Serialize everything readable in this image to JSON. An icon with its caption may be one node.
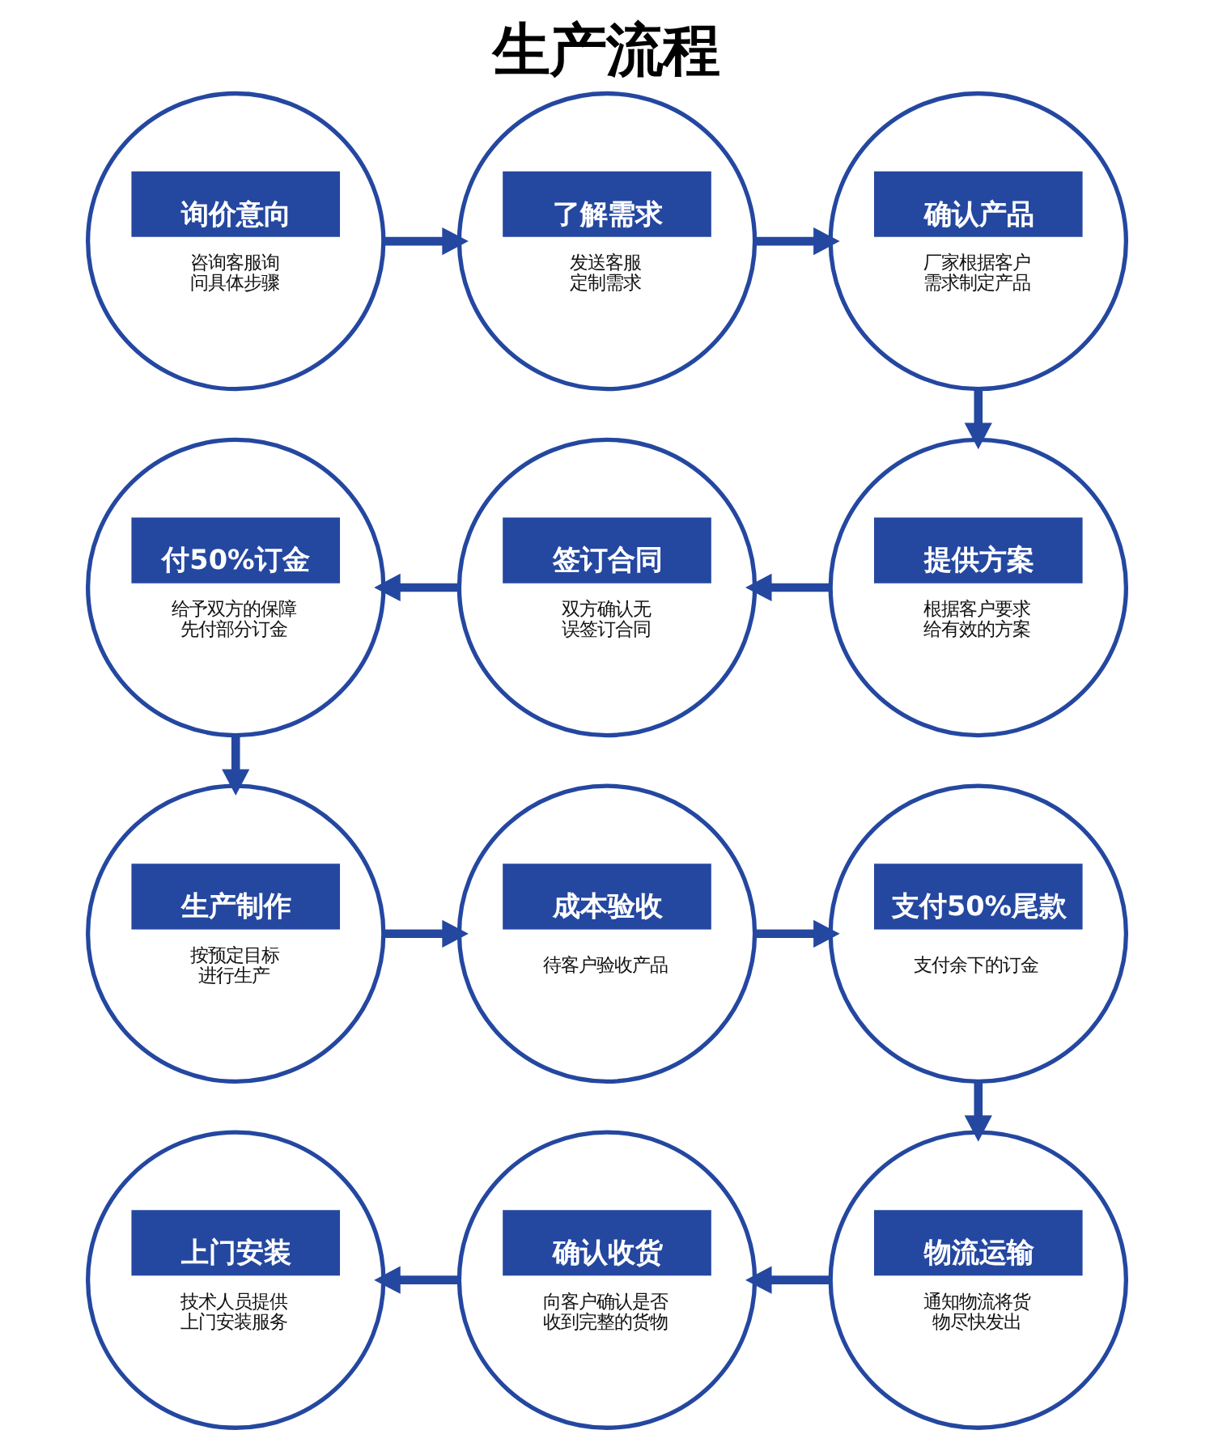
{
  "diagram": {
    "title": "生产流程",
    "nodes": [
      {
        "text": [
          "询价意向",
          "咨询客服询问具体步骤"
        ]
      },
      {
        "text": [
          "了解需求",
          "发送客服定制需求"
        ]
      },
      {
        "text": [
          "确认产品",
          "厂家根据客户需求制定产品"
        ]
      },
      {
        "text": [
          "付50%订金",
          "给予双方的保障先付部分订金"
        ]
      },
      {
        "text": [
          "签订合同",
          "双方确认无误签订合同"
        ]
      },
      {
        "text": [
          "提供方案",
          "根据客户要求给有效的方案"
        ]
      },
      {
        "text": [
          "生产制作",
          "按预定目标进行生产"
        ]
      },
      {
        "text": [
          "成本验收",
          "待客户验收产品"
        ]
      },
      {
        "text": [
          "支付50%尾款",
          "支付余下的订金"
        ]
      },
      {
        "text": [
          "上门安装",
          "技术人员提供上门安装服务"
        ]
      },
      {
        "text": [
          "确认收货",
          "向客户确认是否收到完整的货物"
        ]
      },
      {
        "text": [
          "物流运输",
          "通知物流将货物尽快发出"
        ]
      }
    ],
    "edges": [
      {
        "from": 0,
        "to": 1,
        "arrow": "to"
      },
      {
        "from": 1,
        "to": 2,
        "arrow": "to"
      },
      {
        "from": 2,
        "to": 5,
        "arrow": "to"
      },
      {
        "from": 5,
        "to": 4,
        "arrow": "to"
      },
      {
        "from": 4,
        "to": 3,
        "arrow": "to"
      },
      {
        "from": 3,
        "to": 6,
        "arrow": "to"
      },
      {
        "from": 6,
        "to": 7,
        "arrow": "to"
      },
      {
        "from": 7,
        "to": 8,
        "arrow": "to"
      },
      {
        "from": 8,
        "to": 11,
        "arrow": "to"
      },
      {
        "from": 11,
        "to": 10,
        "arrow": "to"
      },
      {
        "from": 10,
        "to": 9,
        "arrow": "to"
      }
    ]
  }
}
